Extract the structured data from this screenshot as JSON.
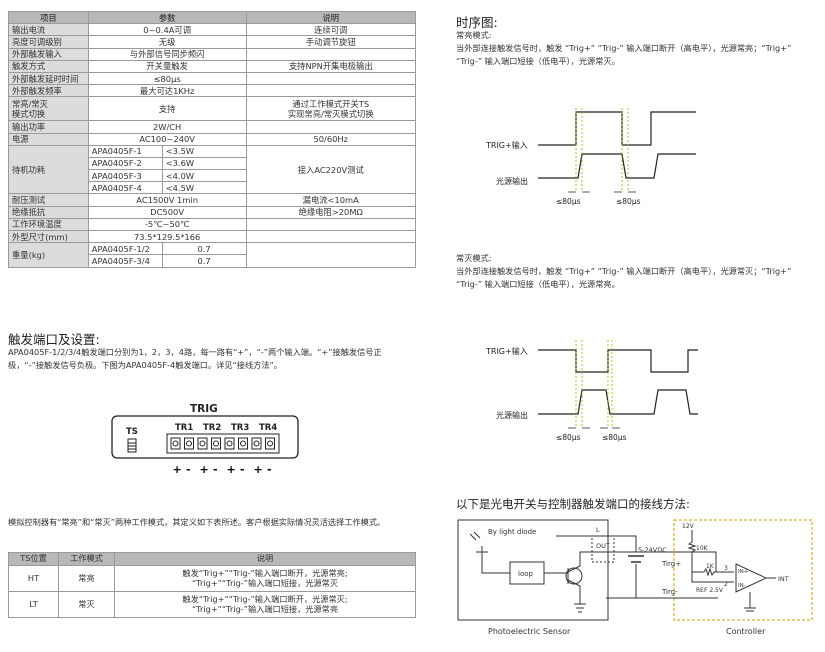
{
  "spec_table": {
    "headers": [
      "项目",
      "参数",
      "说明"
    ],
    "rows": [
      {
        "item": "输出电流",
        "param": "0~0.4A可调",
        "note": "连续可调"
      },
      {
        "item": "亮度可调级别",
        "param": "无级",
        "note": "手动调节旋钮"
      },
      {
        "item": "外部触发输入",
        "param": "与外部信号同步频闪",
        "note": ""
      },
      {
        "item": "触发方式",
        "param": "开关量触发",
        "note": "支持NPN开集电极输出"
      },
      {
        "item": "外部触发延时时间",
        "param": "≤80μs",
        "note": ""
      },
      {
        "item": "外部触发频率",
        "param": "最大可达1KHz",
        "note": ""
      },
      {
        "item": "常亮/常灭\n模式切换",
        "param": "支持",
        "note": "通过工作模式开关TS\n实现常亮/常灭模式切换"
      },
      {
        "item": "输出功率",
        "param": "2W/CH",
        "note": ""
      },
      {
        "item": "电源",
        "param": "AC100~240V",
        "note": "50/60Hz"
      }
    ],
    "standby": {
      "item": "待机功耗",
      "models": [
        {
          "model": "APA0405F-1",
          "value": "<3.5W"
        },
        {
          "model": "APA0405F-2",
          "value": "<3.6W"
        },
        {
          "model": "APA0405F-3",
          "value": "<4.0W"
        },
        {
          "model": "APA0405F-4",
          "value": "<4.5W"
        }
      ],
      "note": "接入AC220V测试"
    },
    "rows2": [
      {
        "item": "耐压测试",
        "param": "AC1500V 1min",
        "note": "漏电流<10mA"
      },
      {
        "item": "绝缘抵抗",
        "param": "DC500V",
        "note": "绝缘电阻>20MΩ"
      },
      {
        "item": "工作环境温度",
        "param": "-5℃~50℃",
        "note": ""
      },
      {
        "item": "外型尺寸(mm)",
        "param": "73.5*129.5*166",
        "note": ""
      }
    ],
    "weight": {
      "item": "重量(kg)",
      "models": [
        {
          "model": "APA0405F-1/2",
          "value": "0.7"
        },
        {
          "model": "APA0405F-3/4",
          "value": "0.7"
        }
      ]
    }
  },
  "trigger_section": {
    "title": "触发端口及设置:",
    "text": "APA0405F-1/2/3/4触发端口分别为1，2，3，4路，每一路有“+”，“-”两个输入端。“+”接触发信号正极，“-”接触发信号负极。下图为APA0405F-4触发端口。详见“接线方法”。",
    "panel_label": "TRIG",
    "ts_label": "TS",
    "ports": [
      "TR1",
      "TR2",
      "TR3",
      "TR4"
    ],
    "signs": [
      "+",
      "-",
      "+",
      "-",
      "+",
      "-",
      "+",
      "-"
    ]
  },
  "mode_intro": "模拟控制器有“常亮”和“常灭”两种工作模式，其定义如下表所述。客户根据实际情况灵活选择工作模式。",
  "mode_table": {
    "headers": [
      "TS位置",
      "工作模式",
      "说明"
    ],
    "rows": [
      {
        "pos": "HT",
        "mode": "常亮",
        "l1": "触发“Trig+”“Trig-”输入端口断开，光源常亮;",
        "l2": "“Trig+”“Trig-”输入端口短接，光源常灭"
      },
      {
        "pos": "LT",
        "mode": "常灭",
        "l1": "触发“Trig+”“Trig-”输入端口断开，光源常灭;",
        "l2": "“Trig+”“Trig-”输入端口短接，光源常亮"
      }
    ]
  },
  "timing": {
    "title": "时序图:",
    "mode1_label": "常亮模式:",
    "mode1_text": "当外部连接触发信号时，触发 “Trig+” “Trig-” 输入端口断开（高电平），光源常亮；“Trig+” “Trig-” 输入端口短接（低电平），光源常灭。",
    "mode2_label": "常灭模式:",
    "mode2_text": "当外部连接触发信号时，触发 “Trig+” “Trig-” 输入端口断开（高电平），光源常灭；“Trig+” “Trig-” 输入端口短接（低电平），光源常亮。",
    "trig_label": "TRIG+输入",
    "out_label": "光源输出",
    "delay": "≤80μs"
  },
  "wiring": {
    "title": "以下是光电开关与控制器触发端口的接线方法:",
    "sensor_caption": "Photoelectric Sensor",
    "controller_caption": "Controller",
    "light_diode": "By light diode",
    "loop": "loop",
    "supply": "5-24VDC",
    "out": "OUT",
    "trig_plus": "Tirg+",
    "trig_minus": "Tirg-",
    "v12": "12V",
    "r10k": "10K",
    "r1k": "1K",
    "ref": "REF 2.5V",
    "int": "INT",
    "pin3": "3",
    "pin2": "2",
    "plus": "+",
    "minus": "-",
    "in_plus": "IN+",
    "in_minus": "IN-",
    "l": "L"
  },
  "colors": {
    "header_gray": "#b8b8b8",
    "label_gray": "#dcdcdc",
    "line": "#333333",
    "dash": "#c8a000"
  }
}
